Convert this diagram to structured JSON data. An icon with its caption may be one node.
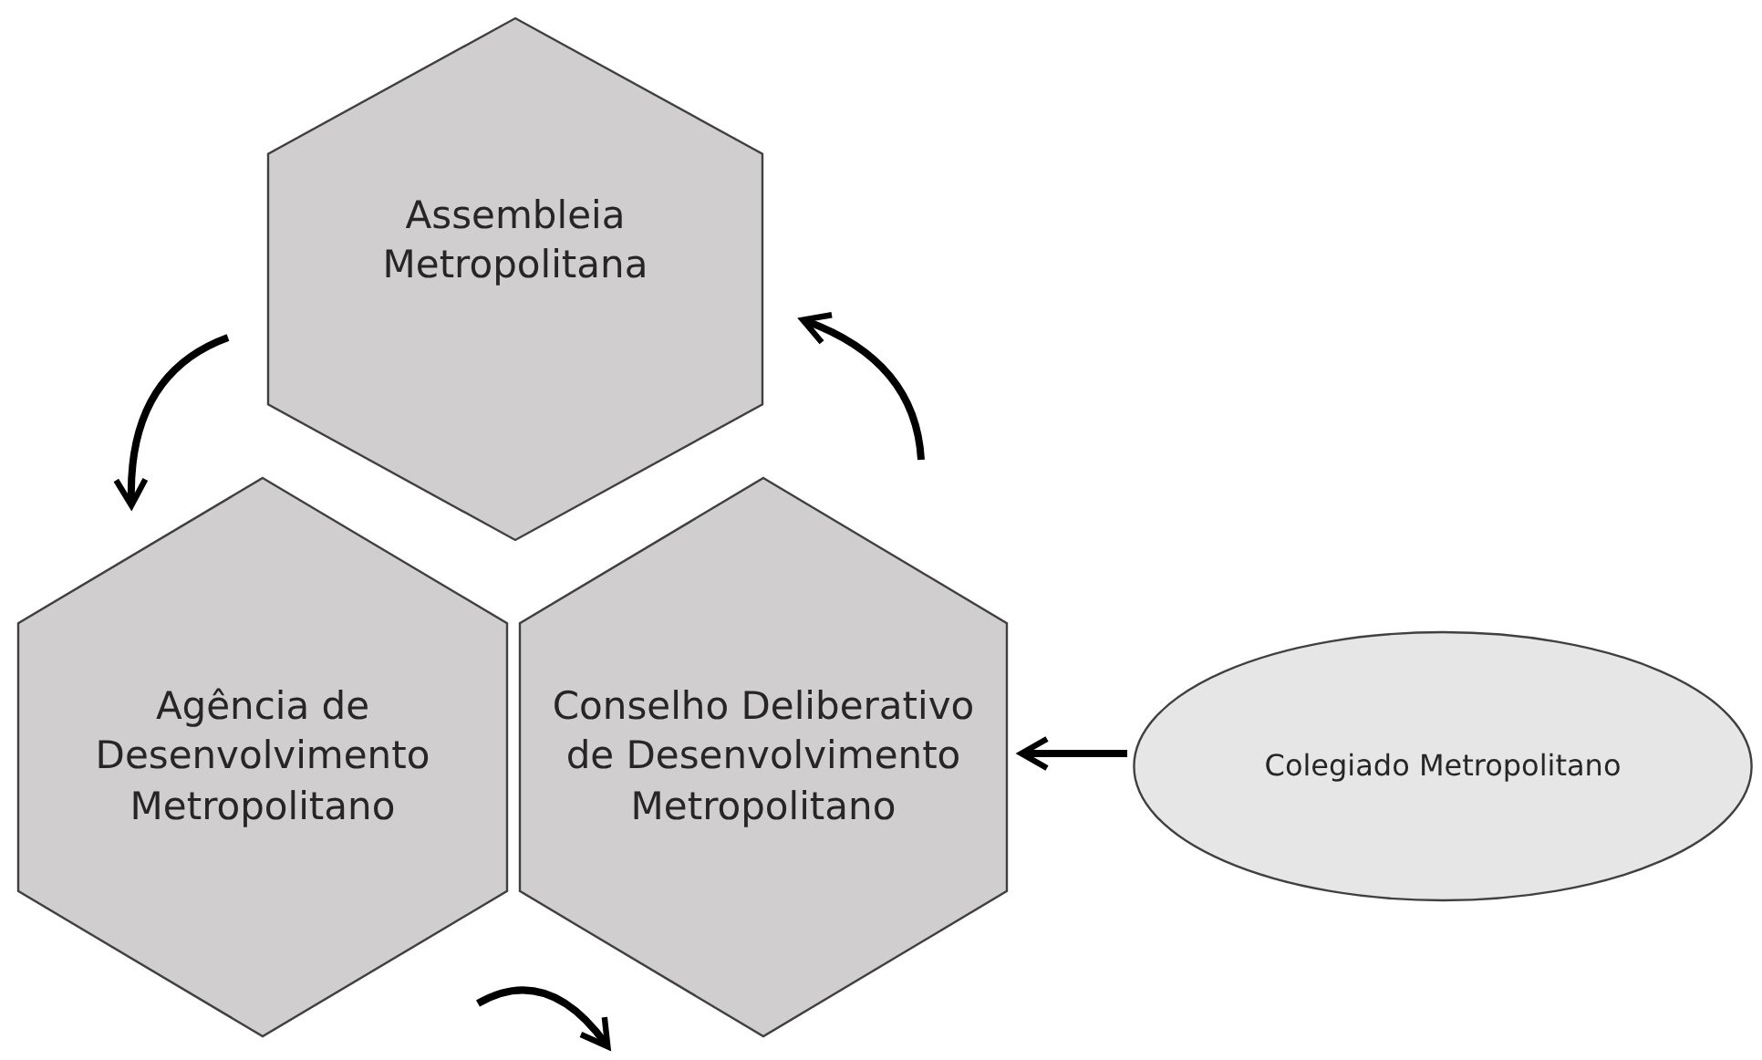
{
  "diagram": {
    "nodes": [
      {
        "text": [
          "Assembleia Metropolitana"
        ]
      },
      {
        "text": [
          "Agência de Desenvolvimento Metropolitano"
        ]
      },
      {
        "text": [
          "Conselho Deliberativo de Desenvolvimento Metropolitano"
        ]
      },
      {
        "text": [
          "Colegiado Metropolitano"
        ]
      }
    ],
    "edges": [
      {
        "from": 0,
        "to": 1,
        "arrow": "to"
      },
      {
        "from": 1,
        "to": 2,
        "arrow": "to"
      },
      {
        "from": 2,
        "to": 0,
        "arrow": "to"
      },
      {
        "from": 3,
        "to": 2,
        "arrow": "to"
      }
    ]
  }
}
